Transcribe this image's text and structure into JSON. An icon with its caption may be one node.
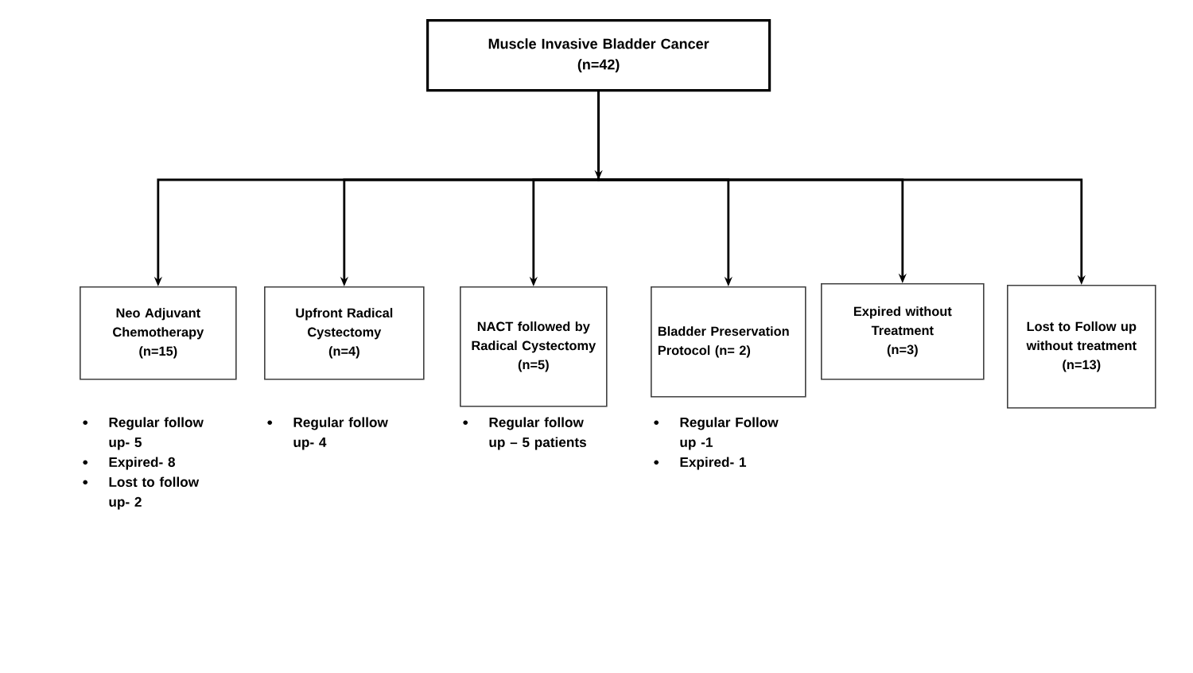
{
  "diagram": {
    "nodes": [
      {
        "text": [
          "Muscle Invasive Bladder Cancer",
          "(n=42)"
        ]
      },
      {
        "text": [
          "Neo Adjuvant Chemotherapy",
          "(n=15)"
        ],
        "beside": [
          "Regular follow up- 5",
          "Expired- 8",
          "Lost to follow up- 2"
        ]
      },
      {
        "text": [
          "Upfront Radical Cystectomy",
          "(n=4)"
        ],
        "beside": [
          "Regular follow up- 4"
        ]
      },
      {
        "text": [
          "NACT followed by Radical Cystectomy",
          "(n=5)"
        ],
        "beside": [
          "Regular follow up – 5 patients"
        ]
      },
      {
        "text": [
          "Bladder Preservation Protocol (n= 2)"
        ],
        "beside": [
          "Regular Follow up -1",
          "Expired- 1"
        ]
      },
      {
        "text": [
          "Expired without Treatment",
          "(n=3)"
        ]
      },
      {
        "text": [
          "Lost to Follow up without treatment",
          "(n=13)"
        ]
      }
    ],
    "edges": [
      {
        "from": 0,
        "to": 1,
        "arrow": "to"
      },
      {
        "from": 0,
        "to": 2,
        "arrow": "to"
      },
      {
        "from": 0,
        "to": 3,
        "arrow": "to"
      },
      {
        "from": 0,
        "to": 4,
        "arrow": "to"
      },
      {
        "from": 0,
        "to": 5,
        "arrow": "to"
      },
      {
        "from": 0,
        "to": 6,
        "arrow": "to"
      }
    ]
  }
}
